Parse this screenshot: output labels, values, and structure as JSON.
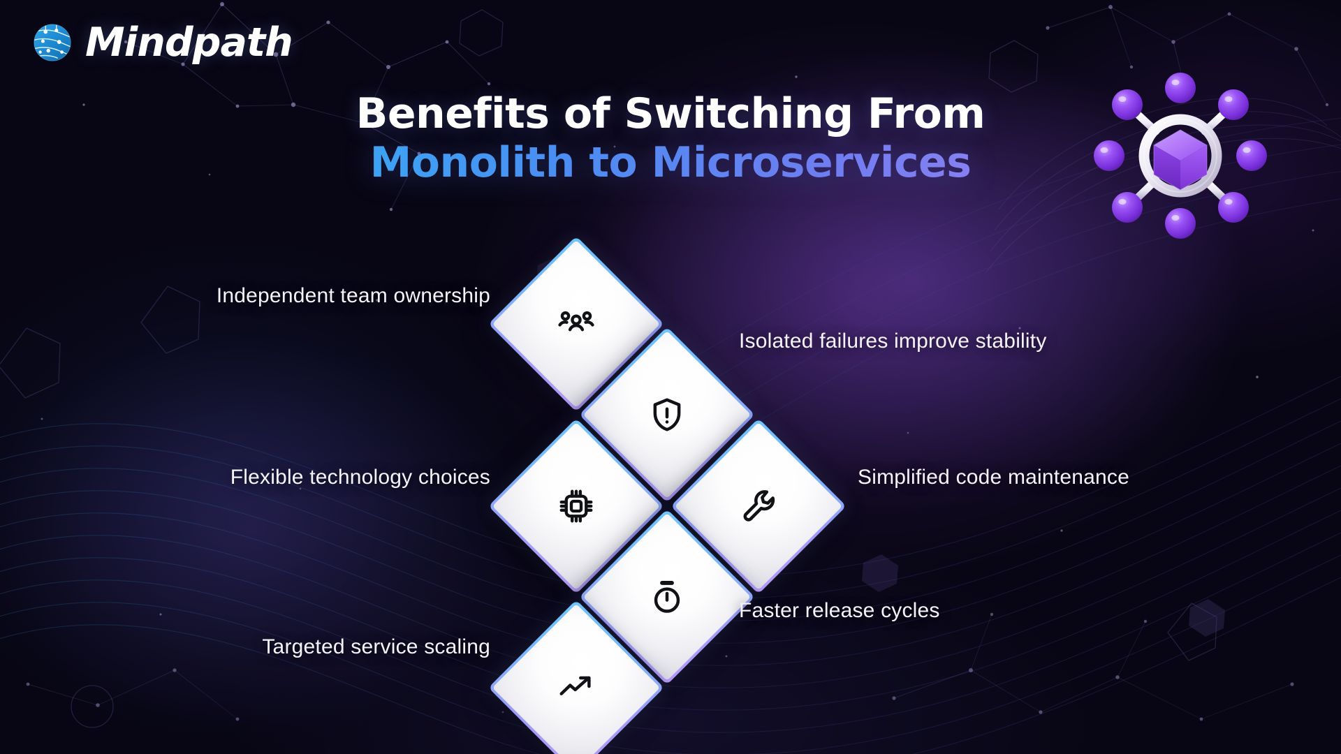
{
  "brand": {
    "name": "Mindpath",
    "logo_icon": "globe-network-icon",
    "logo_color": "#1f8fd6"
  },
  "title": {
    "line1": "Benefits of Switching From",
    "line2": "Monolith to Microservices",
    "line1_color": "#ffffff",
    "gradient_start": "#23c9fa",
    "gradient_end": "#b892f6"
  },
  "hero": {
    "icon": "microservices-network-node-icon",
    "node_color": "#8a3ff0",
    "ring_color": "#e8e6ef",
    "cube_color": "#9b4dfb",
    "node_count": 8
  },
  "benefits": [
    {
      "id": "independent-team-ownership",
      "label": "Independent team ownership",
      "icon": "users-team-icon",
      "side": "left"
    },
    {
      "id": "isolated-failures-improve-stability",
      "label": "Isolated failures improve stability",
      "icon": "shield-alert-icon",
      "side": "right"
    },
    {
      "id": "flexible-technology-choices",
      "label": "Flexible technology choices",
      "icon": "cpu-chip-icon",
      "side": "left"
    },
    {
      "id": "simplified-code-maintenance",
      "label": "Simplified code maintenance",
      "icon": "wrench-icon",
      "side": "right"
    },
    {
      "id": "faster-release-cycles",
      "label": "Faster release cycles",
      "icon": "stopwatch-icon",
      "side": "right"
    },
    {
      "id": "targeted-service-scaling",
      "label": "Targeted service scaling",
      "icon": "trending-up-arrow-icon",
      "side": "left"
    }
  ],
  "theme": {
    "background_dark": "#0d0a1a",
    "background_purple": "#2a1747",
    "background_navy": "#141b3a",
    "diamond_border_start": "#6fc4fb",
    "diamond_border_end": "#b79bf7",
    "diamond_face": "#ffffff",
    "label_color": "#f4f3fa"
  }
}
